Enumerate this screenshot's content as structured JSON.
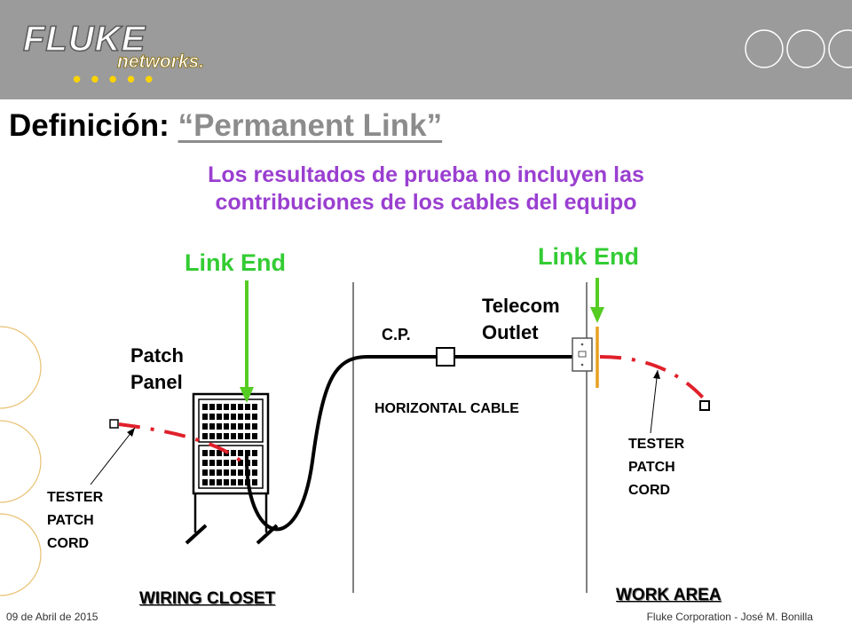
{
  "header": {
    "logo_main": "FLUKE",
    "logo_sub": "networks.",
    "logo_dots": "• • • • •"
  },
  "title": {
    "prefix": "Definición:",
    "link": "“Permanent Link”"
  },
  "subtitle": {
    "line1": "Los resultados de prueba no incluyen las",
    "line2": "contribuciones de los cables del equipo"
  },
  "diagram": {
    "link_end_left": "Link End",
    "link_end_right": "Link End",
    "patch_panel": [
      "Patch",
      "Panel"
    ],
    "telecom_outlet": [
      "Telecom",
      "Outlet"
    ],
    "cp": "C.P.",
    "horizontal_cable": "HORIZONTAL CABLE",
    "tester_patch_cord_left": [
      "TESTER",
      "PATCH",
      "CORD"
    ],
    "tester_patch_cord_right": [
      "TESTER",
      "PATCH",
      "CORD"
    ],
    "wiring_closet": "WIRING CLOSET",
    "work_area": "WORK AREA",
    "colors": {
      "link_end_arrow": "#55cc22",
      "tester_cord": "#e0202a",
      "outlet_bar": "#e8a020",
      "link_text": "#33cc33",
      "subtitle_text": "#9a3fd0"
    }
  },
  "footer": {
    "date": "09 de Abril de 2015",
    "credit": "Fluke Corporation - José M. Bonilla"
  }
}
